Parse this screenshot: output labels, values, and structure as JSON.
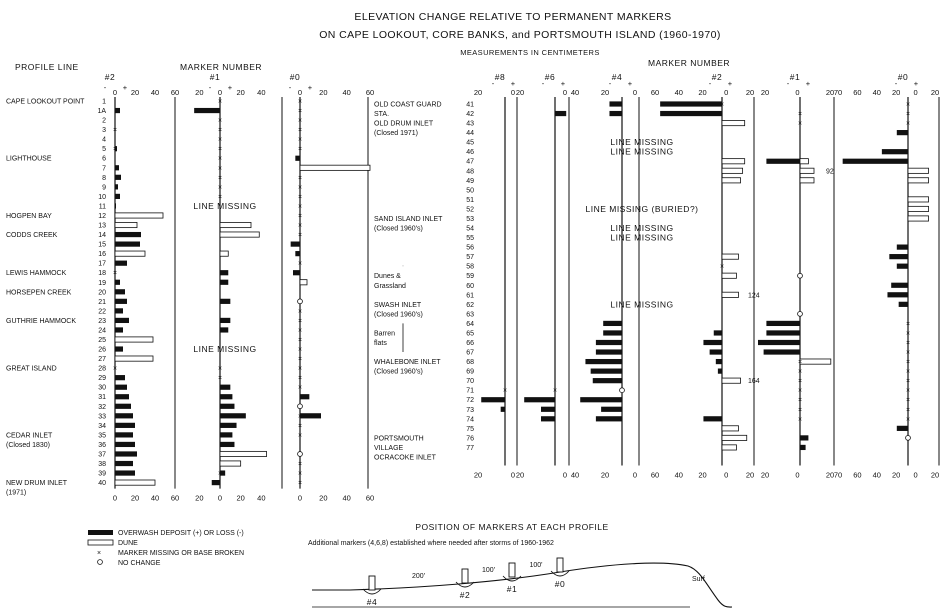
{
  "title": "ELEVATION CHANGE RELATIVE TO PERMANENT MARKERS",
  "title2": "ON CAPE LOOKOUT, CORE BANKS, and PORTSMOUTH ISLAND (1960-1970)",
  "subtitle": "MEASUREMENTS IN CENTIMETERS",
  "headers": {
    "profile_line": "PROFILE LINE",
    "marker_number_left": "MARKER NUMBER",
    "marker_number_right": "MARKER NUMBER"
  },
  "legend": {
    "overwash": "OVERWASH DEPOSIT (+) OR LOSS (-)",
    "dune": "DUNE",
    "missing": "MARKER MISSING OR BASE BROKEN",
    "nochange": "NO CHANGE"
  },
  "colors": {
    "ink": "#111111",
    "paper": "#ffffff"
  },
  "diagram": {
    "title": "POSITION OF MARKERS AT EACH PROFILE",
    "note": "Additional markers (4,6,8) established where needed after storms of 1960-1962",
    "markers": [
      "#4",
      "#2",
      "#1",
      "#0"
    ],
    "distances": [
      "200'",
      "100'",
      "100'"
    ],
    "surf": "Surf"
  },
  "chart_data": [
    {
      "type": "bar",
      "panel": "left",
      "profiles": [
        1,
        2,
        3,
        4,
        5,
        6,
        7,
        8,
        9,
        10,
        11,
        12,
        13,
        14,
        15,
        16,
        17,
        18,
        19,
        20,
        21,
        22,
        23,
        24,
        25,
        26,
        27,
        28,
        29,
        30,
        31,
        32,
        33,
        34,
        35,
        36,
        37,
        38,
        39,
        40
      ],
      "profile_lines": [
        "1",
        "1A",
        "2",
        "3",
        "4",
        "5",
        "6",
        "7",
        "8",
        "9",
        "10",
        "11",
        "12",
        "13",
        "14",
        "15",
        "16",
        "17",
        "18",
        "19",
        "20",
        "21",
        "22",
        "23",
        "24",
        "25",
        "26",
        "27",
        "28",
        "29",
        "30",
        "31",
        "32",
        "33",
        "34",
        "35",
        "36",
        "37",
        "38",
        "39",
        "40"
      ],
      "site_labels": [
        {
          "text": "CAPE LOOKOUT POINT",
          "profile": 1
        },
        {
          "text": "LIGHTHOUSE",
          "profile": 6
        },
        {
          "text": "HOGPEN BAY",
          "profile": 12
        },
        {
          "text": "CODDS CREEK",
          "profile": 14
        },
        {
          "text": "LEWIS HAMMOCK",
          "profile": 18
        },
        {
          "text": "HORSEPEN CREEK",
          "profile": 20
        },
        {
          "text": "GUTHRIE HAMMOCK",
          "profile": 23
        },
        {
          "text": "GREAT ISLAND",
          "profile": 28
        },
        {
          "text": "CEDAR INLET",
          "profile": 35
        },
        {
          "text": "(Closed 1830)",
          "profile": 36
        },
        {
          "text": "NEW DRUM INLET",
          "profile": 40
        },
        {
          "text": "(1971)",
          "profile": 41
        }
      ],
      "markers": [
        {
          "name": "#2",
          "ticks": [
            "0",
            "20",
            "40",
            "60"
          ],
          "sign_marks": [
            "-",
            "+"
          ],
          "xlim": [
            -5,
            60
          ],
          "overwash": [
            0,
            5,
            0,
            0,
            0,
            2,
            0,
            4,
            6,
            3,
            5,
            1,
            0,
            22,
            26,
            25,
            20,
            12,
            0,
            5,
            10,
            12,
            8,
            14,
            8,
            4,
            8,
            4,
            0,
            10,
            12,
            14,
            16,
            18,
            20,
            18,
            20,
            22,
            18,
            20,
            20
          ],
          "dune": [
            0,
            0,
            0,
            0,
            0,
            0,
            0,
            0,
            0,
            0,
            0,
            0,
            48,
            22,
            0,
            0,
            30,
            0,
            0,
            0,
            0,
            0,
            0,
            0,
            0,
            38,
            0,
            38,
            0,
            0,
            0,
            0,
            0,
            0,
            0,
            0,
            0,
            0,
            0,
            0,
            40
          ],
          "missing": [
            0,
            0,
            0,
            1,
            0,
            1,
            0,
            0,
            0,
            0,
            0,
            0,
            0,
            0,
            0,
            0,
            0,
            0,
            1,
            0,
            0,
            0,
            0,
            0,
            0,
            0,
            0,
            0,
            1,
            0,
            0,
            0,
            0,
            0,
            0,
            0,
            0,
            0,
            0,
            0,
            0
          ],
          "no_change": [],
          "line_missing": []
        },
        {
          "name": "#1",
          "ticks": [
            "20",
            "0",
            "20",
            "40"
          ],
          "sign_marks": [
            "-",
            "+"
          ],
          "xlim": [
            -25,
            45
          ],
          "overwash": [
            0,
            -25,
            0,
            0,
            0,
            0,
            0,
            0,
            0,
            0,
            0,
            0,
            0,
            0,
            10,
            0,
            0,
            0,
            8,
            8,
            0,
            10,
            0,
            10,
            8,
            0,
            0,
            0,
            0,
            0,
            10,
            12,
            14,
            25,
            16,
            12,
            14,
            20,
            8,
            5,
            -8
          ],
          "dune": [
            0,
            0,
            0,
            0,
            0,
            0,
            0,
            0,
            0,
            0,
            0,
            0,
            0,
            30,
            38,
            0,
            8,
            0,
            0,
            0,
            0,
            0,
            0,
            0,
            0,
            0,
            0,
            0,
            0,
            0,
            0,
            0,
            0,
            0,
            0,
            0,
            0,
            45,
            20,
            0,
            0
          ],
          "missing": [
            1,
            0,
            1,
            1,
            1,
            1,
            1,
            1,
            1,
            1,
            1,
            0,
            0,
            0,
            0,
            0,
            0,
            0,
            0,
            0,
            0,
            0,
            0,
            0,
            0,
            0,
            0,
            0,
            1,
            1,
            0,
            0,
            0,
            0,
            0,
            0,
            0,
            0,
            0,
            1,
            0
          ],
          "no_change": [],
          "line_missing": [
            {
              "text": "LINE MISSING",
              "profile": 11
            },
            {
              "text": "LINE MISSING",
              "profile": 26
            }
          ]
        },
        {
          "name": "#0",
          "ticks": [
            "0",
            "20",
            "40",
            "60"
          ],
          "sign_marks": [
            "-",
            "+"
          ],
          "xlim": [
            -10,
            60
          ],
          "overwash": [
            0,
            0,
            0,
            0,
            0,
            0,
            -4,
            0,
            0,
            0,
            0,
            0,
            0,
            0,
            0,
            -8,
            -4,
            0,
            -6,
            0,
            0,
            0,
            0,
            0,
            0,
            0,
            0,
            0,
            0,
            0,
            0,
            8,
            0,
            18,
            0,
            0,
            0,
            0,
            0,
            0,
            0
          ],
          "dune": [
            0,
            0,
            0,
            0,
            0,
            0,
            0,
            60,
            0,
            0,
            0,
            0,
            0,
            0,
            0,
            0,
            0,
            0,
            0,
            6,
            0,
            0,
            0,
            0,
            0,
            0,
            0,
            0,
            0,
            0,
            0,
            0,
            0,
            0,
            0,
            0,
            0,
            0,
            0,
            0,
            0
          ],
          "missing": [
            1,
            1,
            1,
            1,
            1,
            1,
            0,
            0,
            1,
            1,
            1,
            1,
            1,
            1,
            1,
            0,
            0,
            1,
            0,
            0,
            0,
            1,
            1,
            1,
            1,
            1,
            1,
            1,
            1,
            1,
            1,
            0,
            0,
            1,
            1,
            1,
            0,
            1,
            1,
            1,
            1
          ],
          "no_change": [
            21,
            32,
            37
          ],
          "line_missing": []
        }
      ]
    },
    {
      "type": "bar",
      "panel": "right",
      "profiles": [
        41,
        42,
        43,
        44,
        45,
        46,
        47,
        48,
        49,
        50,
        51,
        52,
        53,
        54,
        55,
        56,
        57,
        58,
        59,
        60,
        61,
        62,
        63,
        64,
        65,
        66,
        67,
        68,
        69,
        70,
        71,
        72,
        73,
        74,
        75,
        76,
        77
      ],
      "site_labels": [
        {
          "text": "OLD COAST GUARD",
          "profile": 41
        },
        {
          "text": "STA.",
          "profile": 42
        },
        {
          "text": "OLD DRUM INLET",
          "profile": 43
        },
        {
          "text": "(Closed 1971)",
          "profile": 44
        },
        {
          "text": "SAND ISLAND INLET",
          "profile": 53
        },
        {
          "text": "(Closed 1960's)",
          "profile": 54
        },
        {
          "text": "Dunes &",
          "profile": 59
        },
        {
          "text": "Grassland",
          "profile": 60
        },
        {
          "text": "SWASH INLET",
          "profile": 62
        },
        {
          "text": "(Closed 1960's)",
          "profile": 63
        },
        {
          "text": "Barren",
          "profile": 65
        },
        {
          "text": "flats",
          "profile": 66
        },
        {
          "text": "WHALEBONE INLET",
          "profile": 68
        },
        {
          "text": "(Closed 1960's)",
          "profile": 69
        },
        {
          "text": "PORTSMOUTH",
          "profile": 76
        },
        {
          "text": "VILLAGE",
          "profile": 77
        },
        {
          "text": "OCRACOKE INLET",
          "profile": 78
        }
      ],
      "line_missing_notes": [
        {
          "text": "LINE MISSING",
          "profile": 45
        },
        {
          "text": "LINE MISSING",
          "profile": 46
        },
        {
          "text": "LINE MISSING (BURIED?)",
          "profile": 52
        },
        {
          "text": "LINE MISSING",
          "profile": 54
        },
        {
          "text": "LINE MISSING",
          "profile": 55
        },
        {
          "text": "LINE MISSING",
          "profile": 62
        }
      ],
      "markers": [
        {
          "name": "#8",
          "ticks": [
            "20",
            "0"
          ],
          "sign_marks": [
            "-",
            "+"
          ],
          "xlim": [
            -25,
            5
          ],
          "overwash": {
            "72": -22,
            "73": -4
          },
          "missing": [
            71
          ],
          "no_change": []
        },
        {
          "name": "#6",
          "ticks": [
            "20",
            "0"
          ],
          "sign_marks": [
            "-",
            "+"
          ],
          "xlim": [
            -25,
            5
          ],
          "overwash": {
            "42": 8,
            "72": -22,
            "73": -10,
            "74": -10
          },
          "missing": [
            71
          ],
          "no_change": []
        },
        {
          "name": "#4",
          "ticks": [
            "40",
            "20",
            "0"
          ],
          "sign_marks": [
            "-",
            "+"
          ],
          "xlim": [
            -45,
            5
          ],
          "overwash": {
            "41": -12,
            "42": -12,
            "64": -18,
            "65": -18,
            "66": -25,
            "67": -25,
            "68": -35,
            "69": -30,
            "70": -28,
            "72": -40,
            "73": -20,
            "74": -25
          },
          "missing": [],
          "no_change": [
            71
          ]
        },
        {
          "name": "#2",
          "ticks": [
            "60",
            "40",
            "20",
            "0",
            "20"
          ],
          "sign_marks": [
            "-",
            "+"
          ],
          "xlim": [
            -65,
            20
          ],
          "overwash": {
            "41": -60,
            "42": -60,
            "44": 0,
            "54": 0,
            "58": 0,
            "64": 0,
            "65": -8,
            "66": -18,
            "67": -12,
            "68": -6,
            "69": -4,
            "74": -18,
            "75": 0
          },
          "dune": {
            "43": 22,
            "47": 22,
            "48": 20,
            "49": 18,
            "57": 16,
            "59": 14,
            "61": 16,
            "70": 18,
            "75": 16,
            "76": 24,
            "77": 14
          },
          "annotations": [
            {
              "profile": 61,
              "text": "124"
            },
            {
              "profile": 70,
              "text": "164"
            }
          ],
          "missing": [
            41,
            58
          ],
          "no_change": []
        },
        {
          "name": "#1",
          "ticks": [
            "20",
            "0",
            "20"
          ],
          "sign_marks": [
            "-",
            "+"
          ],
          "xlim": [
            -25,
            25
          ],
          "overwash": {
            "43": 0,
            "47": -24,
            "57": 0,
            "64": -24,
            "65": -24,
            "66": -30,
            "67": -26,
            "75": 0,
            "76": 6,
            "77": 4
          },
          "dune": {
            "47": 6,
            "48": 10,
            "49": 10,
            "68": 22
          },
          "annotations": [
            {
              "profile": 48,
              "text": "92"
            }
          ],
          "missing": [
            42,
            43,
            68,
            69,
            70,
            71,
            72,
            73,
            74
          ],
          "no_change": [
            59,
            63
          ]
        },
        {
          "name": "#0",
          "ticks": [
            "70",
            "60",
            "40",
            "20",
            "0",
            "20"
          ],
          "sign_marks": [
            "-",
            "+"
          ],
          "xlim": [
            -75,
            25
          ],
          "overwash": {
            "44": -12,
            "46": -28,
            "47": -70,
            "56": -12,
            "57": -20,
            "58": -12,
            "60": -18,
            "61": -22,
            "62": -10,
            "75": -12
          },
          "dune": {
            "48": 22,
            "49": 22,
            "51": 22,
            "52": 22,
            "53": 22
          },
          "missing": [
            41,
            42,
            43,
            64,
            65,
            66,
            67,
            68,
            69,
            70,
            71,
            72,
            73,
            74
          ],
          "no_change": [
            76
          ]
        }
      ]
    }
  ]
}
